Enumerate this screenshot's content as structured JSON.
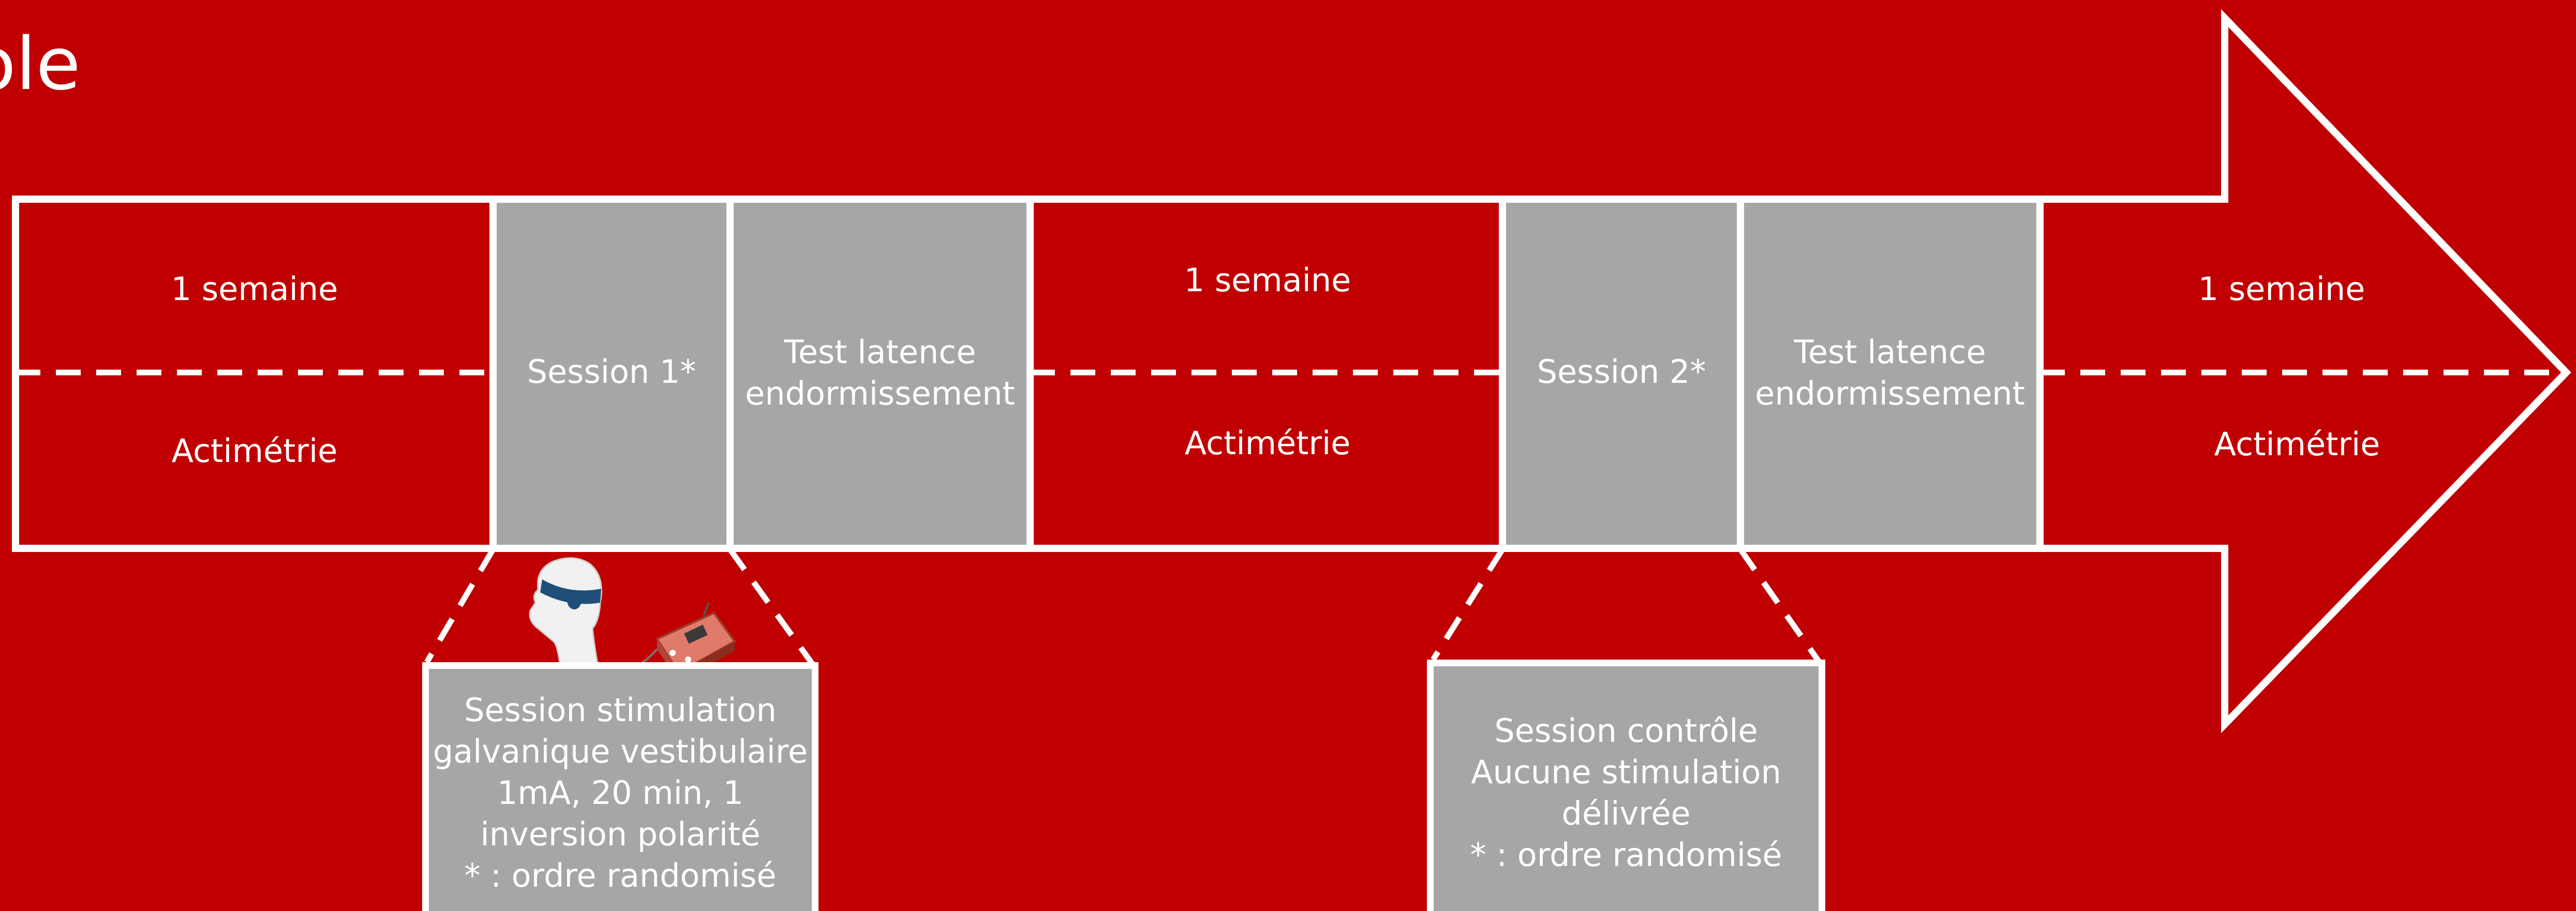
{
  "title_fragment": "ole",
  "timeline": {
    "segments": [
      {
        "top_label": "1 semaine",
        "bottom_label": "Actimétrie"
      },
      {
        "label": "Session 1*"
      },
      {
        "label_line1": "Test latence",
        "label_line2": "endormissement"
      },
      {
        "top_label": "1 semaine",
        "bottom_label": "Actimétrie"
      },
      {
        "label": "Session 2*"
      },
      {
        "label_line1": "Test latence",
        "label_line2": "endormissement"
      },
      {
        "top_label": "1 semaine",
        "bottom_label": "Actimétrie"
      }
    ]
  },
  "notes": [
    {
      "lines": [
        "Session stimulation",
        "galvanique vestibulaire",
        "1mA, 20 min, 1",
        "inversion polarité",
        "* : ordre randomisé"
      ]
    },
    {
      "lines": [
        "Session contrôle",
        "Aucune stimulation",
        "délivrée",
        "* : ordre randomisé"
      ]
    }
  ],
  "colors": {
    "background": "#c00000",
    "block_gray": "#a6a6a6",
    "line": "#ffffff"
  },
  "icons": [
    "mannequin-head-with-headband-icon",
    "stimulator-device-icon"
  ]
}
